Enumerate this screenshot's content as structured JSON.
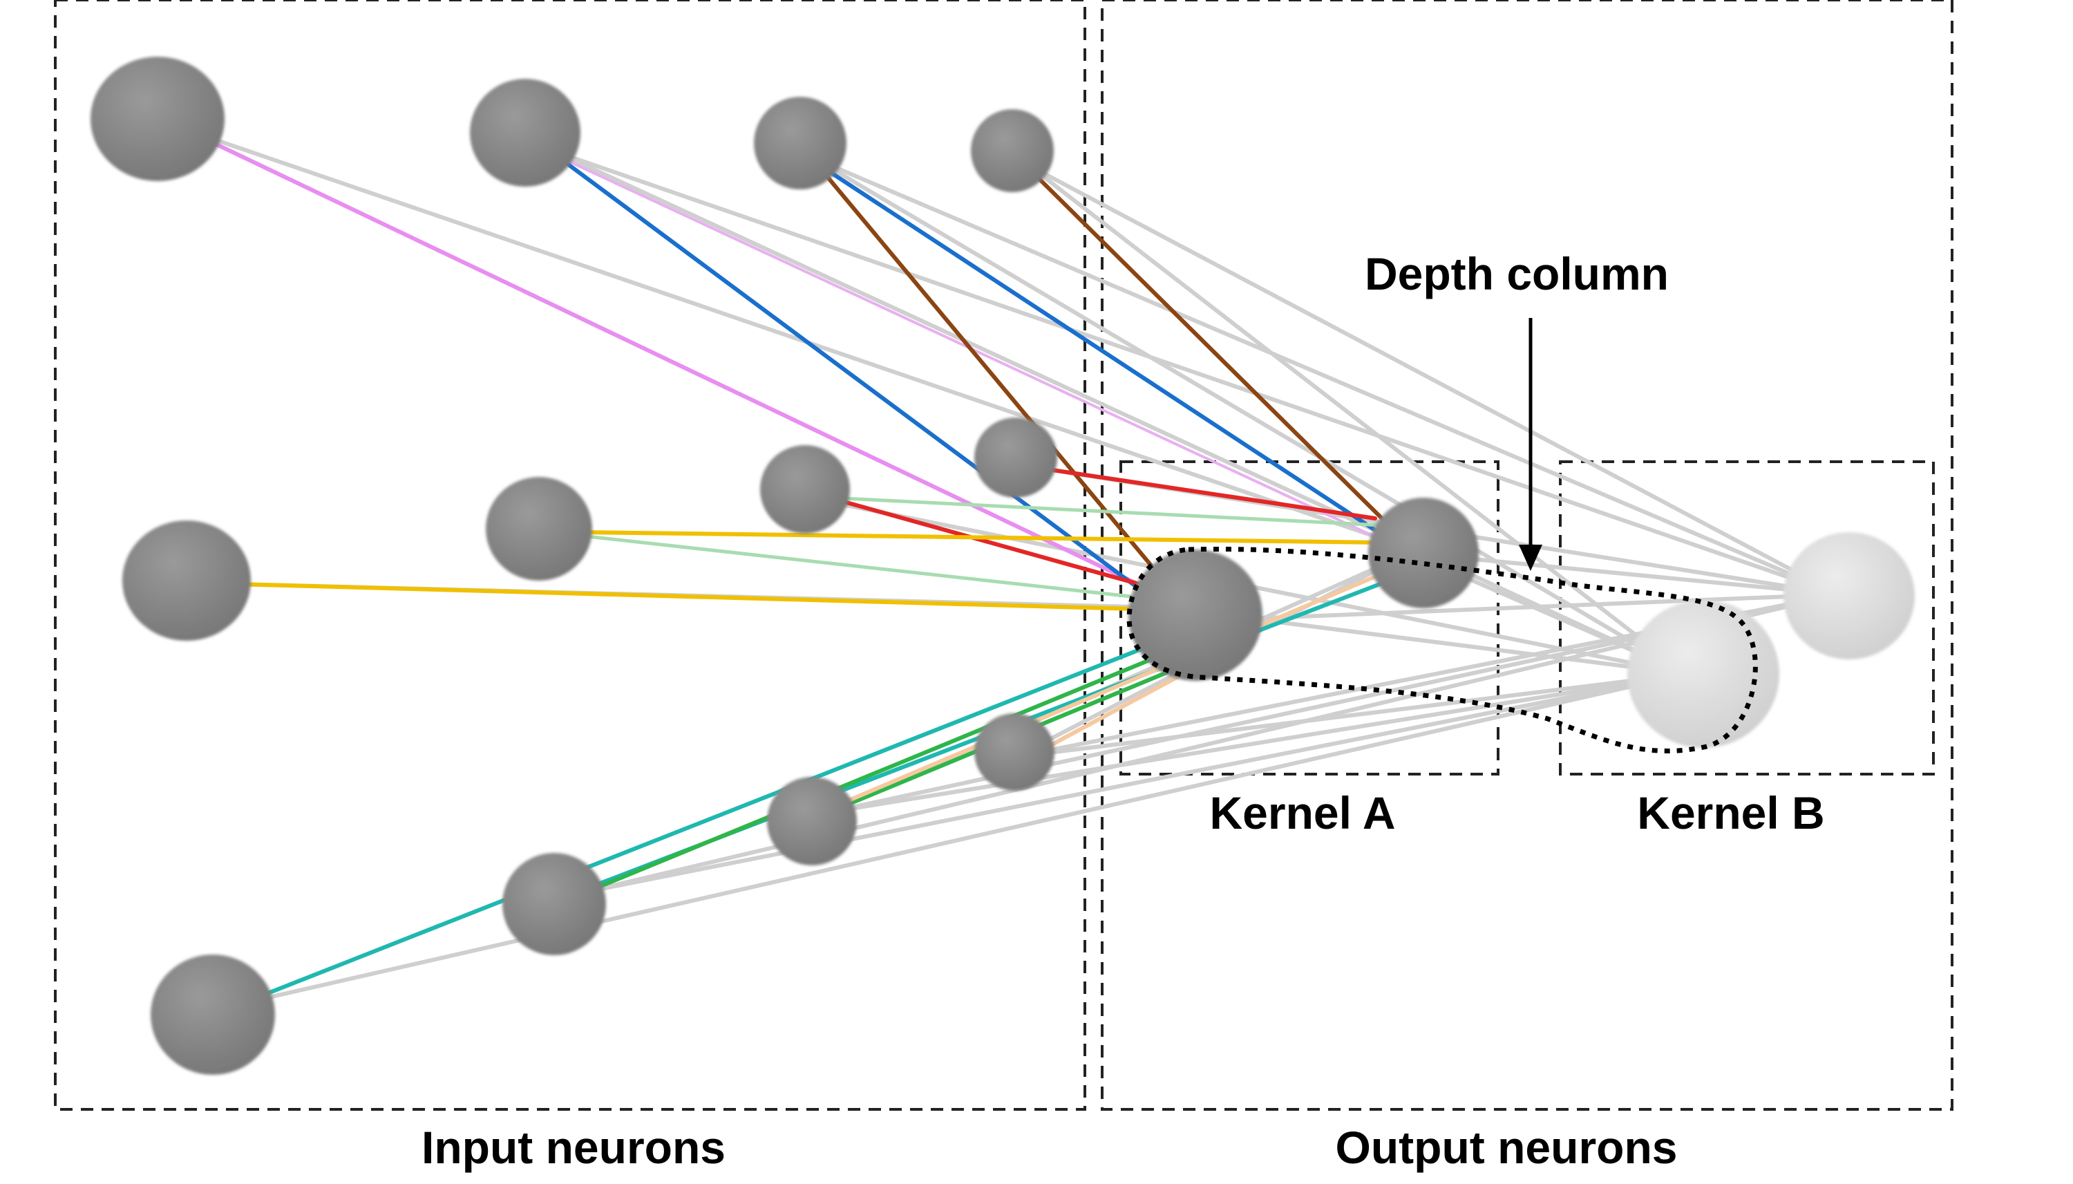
{
  "labels": {
    "input": "Input neurons",
    "output": "Output neurons",
    "kernel_a": "Kernel A",
    "kernel_b": "Kernel B",
    "depth_column": "Depth column"
  },
  "colors": {
    "neuron_input": "#8a8a8a",
    "neuron_output_dark": "#7d7d7d",
    "neuron_output_light": "#d9d9d9",
    "connection_default": "#cfcfcf",
    "violet": "#e88ef0",
    "blue": "#1a6fcc",
    "brown": "#8b4513",
    "red": "#e32626",
    "yellow": "#f0c000",
    "light_green": "#a8dcb0",
    "teal": "#1fb8b0",
    "green": "#2fb54a",
    "peach": "#f5c9a0"
  }
}
